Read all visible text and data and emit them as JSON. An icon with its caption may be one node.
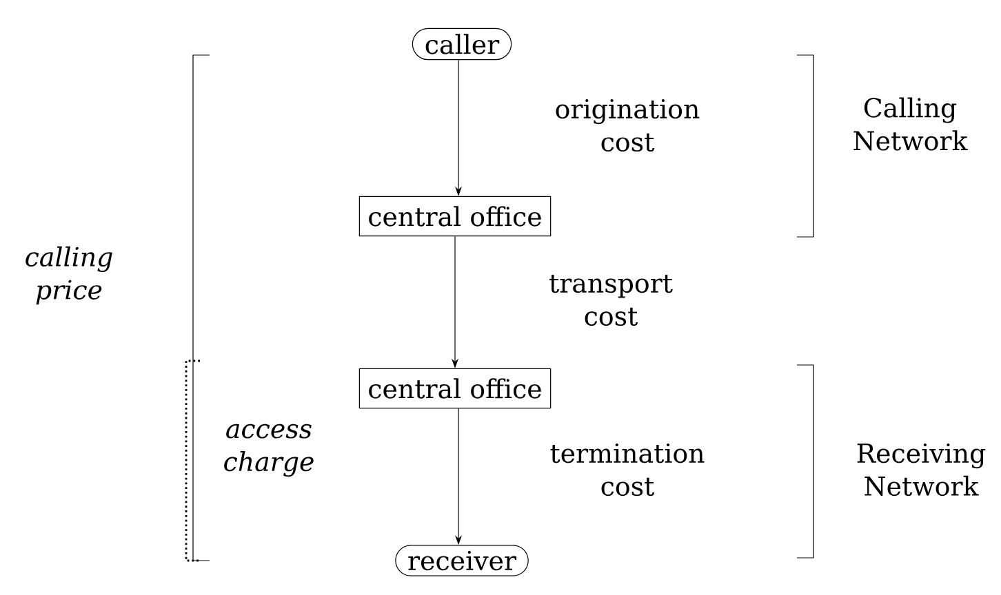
{
  "diagram": {
    "nodes": [
      {
        "text": [
          "caller"
        ]
      },
      {
        "text": [
          "central office"
        ]
      },
      {
        "text": [
          "central office"
        ]
      },
      {
        "text": [
          "receiver"
        ]
      }
    ],
    "edges": [
      {
        "from": 0,
        "to": 1,
        "arrow": "to",
        "label": "origination cost"
      },
      {
        "from": 1,
        "to": 2,
        "arrow": "to",
        "label": "transport cost"
      },
      {
        "from": 2,
        "to": 3,
        "arrow": "to",
        "label": "termination cost"
      }
    ],
    "labels": [
      "Calling Network",
      "calling price",
      "access charge",
      "Receiving Network"
    ]
  }
}
